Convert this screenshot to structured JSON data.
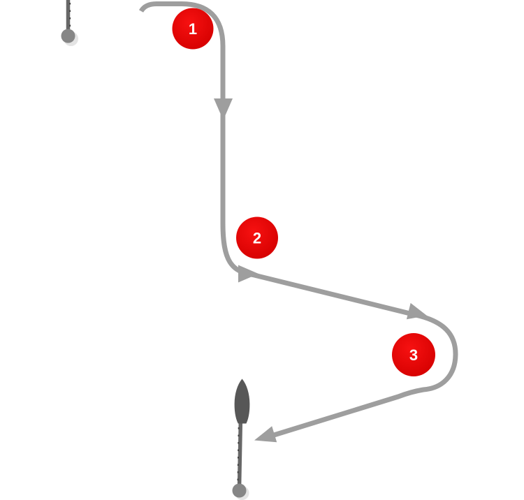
{
  "diagram": {
    "kind": "course-route-diagram",
    "waypoint_count": "3"
  },
  "waypoints": [
    {
      "label": "1"
    },
    {
      "label": "2"
    },
    {
      "label": "3"
    }
  ],
  "colors": {
    "background": "#ffffff",
    "path_gray": "#9e9e9e",
    "line_gray": "#676767",
    "tick_dark": "#3e3e3e",
    "dot_gray": "#868686",
    "dot_shadow_gray": "#e4e4e4",
    "marker_red_light": "#f71111",
    "marker_red_dark": "#d40000",
    "marker_label_white": "#ffffff",
    "hull_gray": "#575757"
  }
}
